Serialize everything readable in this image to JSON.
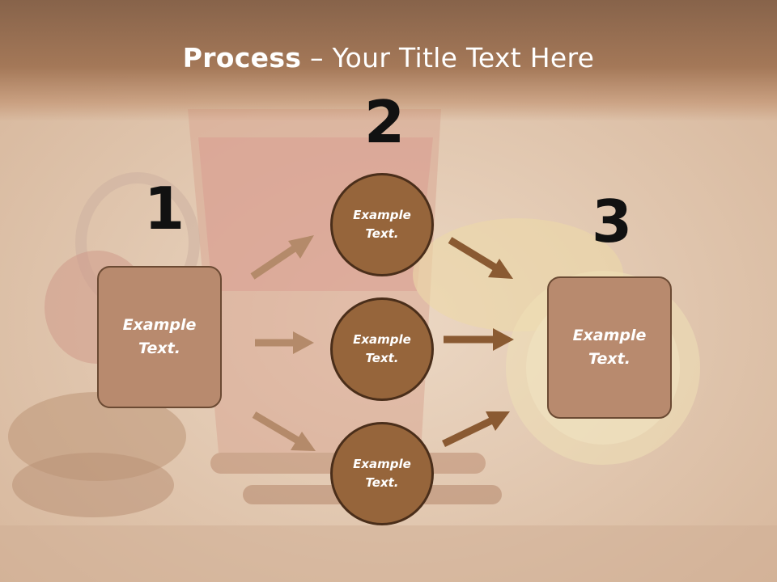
{
  "title": {
    "bold": "Process",
    "rest": " – Your Title Text Here"
  },
  "numbers": [
    "1",
    "2",
    "3"
  ],
  "left_box": {
    "text": "Example\nText."
  },
  "right_box": {
    "text": "Example\nText."
  },
  "circles": [
    {
      "text": "Example\nText."
    },
    {
      "text": "Example\nText."
    },
    {
      "text": "Example\nText."
    }
  ],
  "colors": {
    "title_band": "#a47858",
    "box_fill": "#b88a6e",
    "circle_fill": "#96653b",
    "arrow_light": "#b48a6a",
    "arrow_dark": "#8a5a32"
  }
}
